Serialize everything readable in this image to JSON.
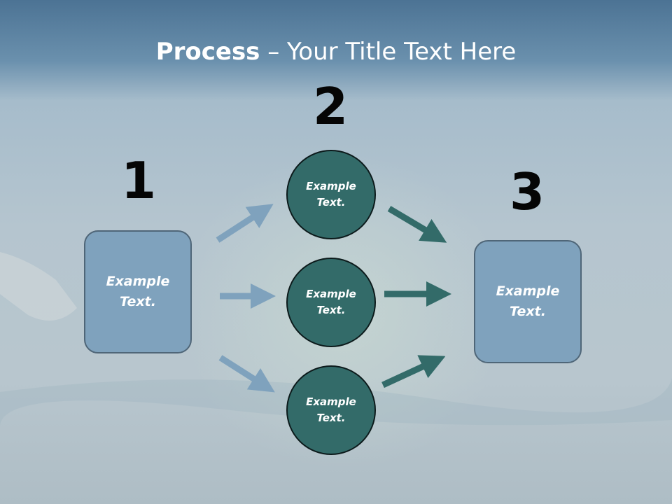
{
  "title": {
    "bold": "Process",
    "rest": " – Your Title Text Here"
  },
  "steps": {
    "one": "1",
    "two": "2",
    "three": "3"
  },
  "boxes": {
    "left": "Example\nText.",
    "right": "Example\nText."
  },
  "circles": {
    "top": "Example\nText.",
    "middle": "Example\nText.",
    "bottom": "Example\nText."
  },
  "colors": {
    "box_fill": "#7fa2bd",
    "circle_fill": "#336b69",
    "left_arrows": "#7fa2bd",
    "right_arrows": "#336b69"
  }
}
